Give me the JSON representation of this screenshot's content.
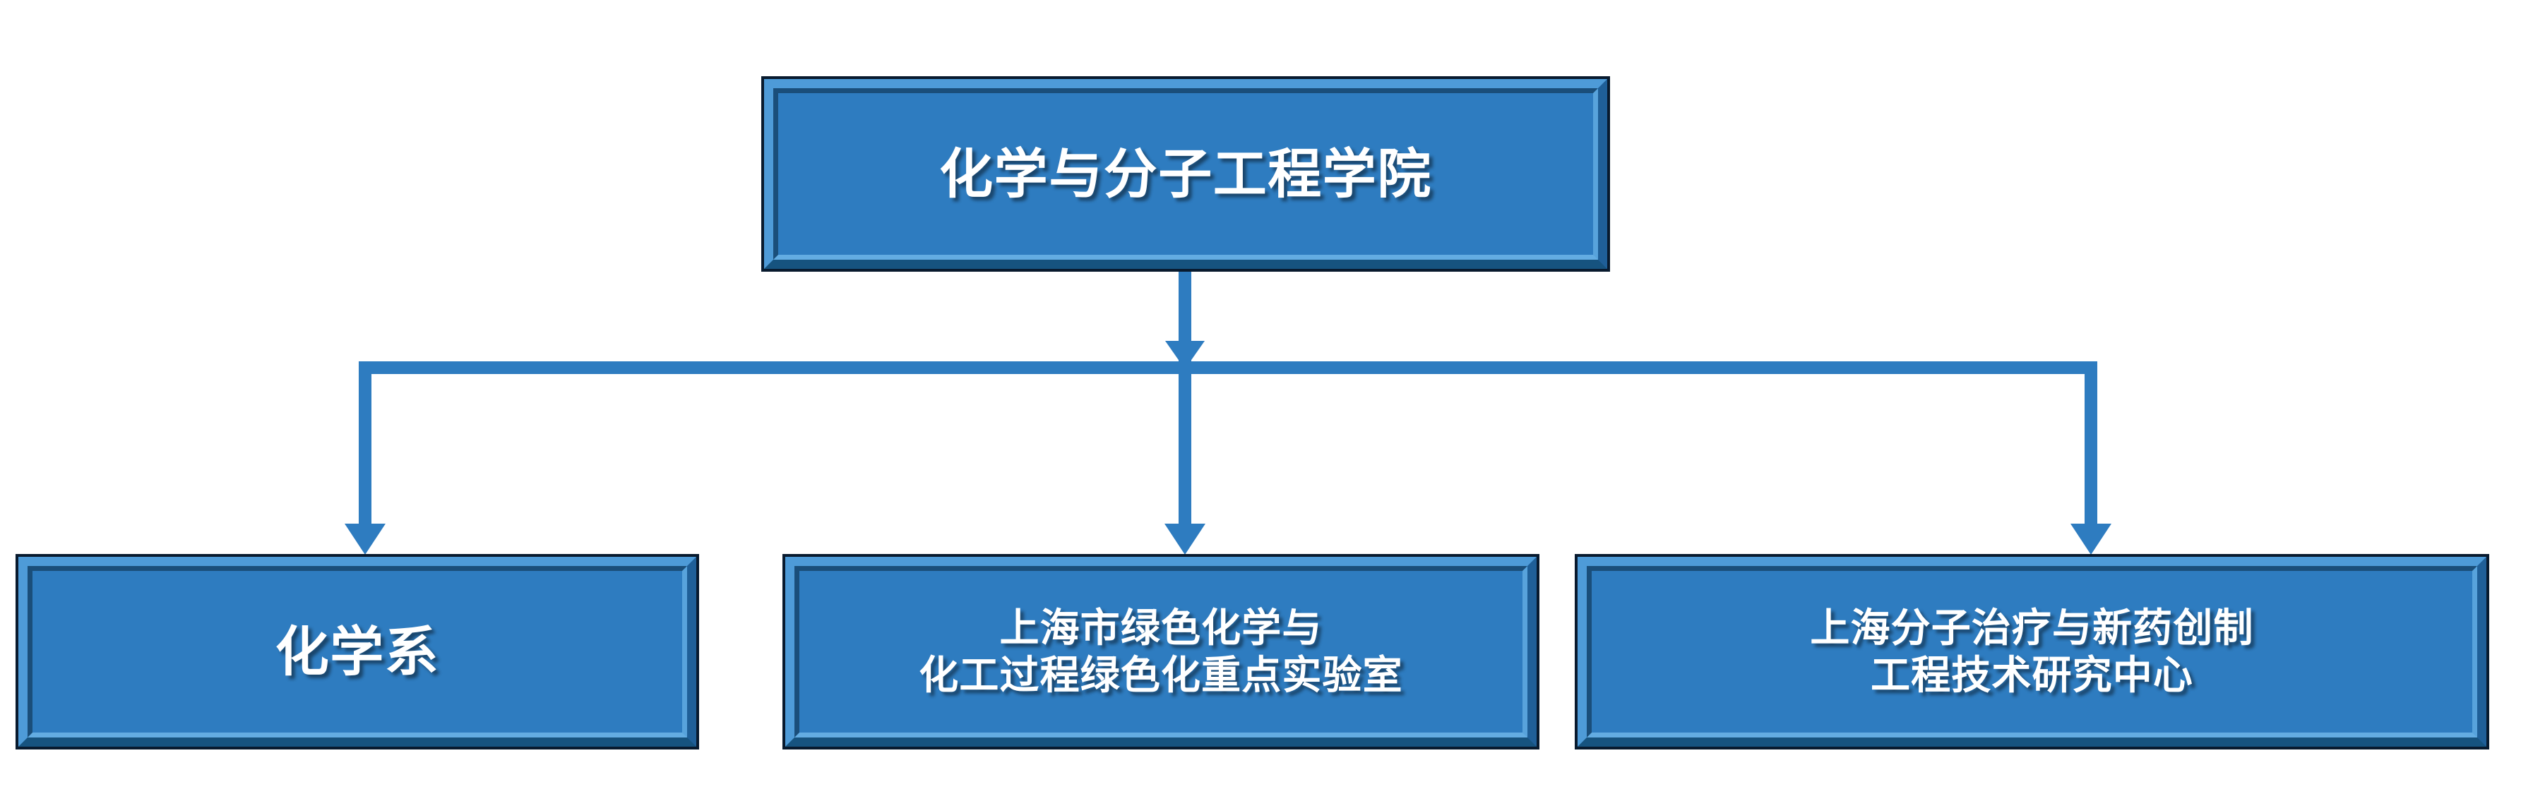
{
  "diagram": {
    "type": "organizational-chart",
    "background_color": "#FFFFFF",
    "node_fill_color": "#2E7CC0",
    "node_border_color": "#081A2E",
    "connector_color": "#2E7CC0",
    "text_color": "#FFFFFF",
    "root": {
      "id": "root",
      "label": "化学与分子工程学院"
    },
    "children": [
      {
        "id": "chemistry-department",
        "label": "化学系"
      },
      {
        "id": "green-chemistry-lab",
        "label": "上海市绿色化学与\n化工过程绿色化重点实验室",
        "line1": "上海市绿色化学与",
        "line2": "化工过程绿色化重点实验室"
      },
      {
        "id": "molecular-therapy-center",
        "label": "上海分子治疗与新药创制\n工程技术研究中心",
        "line1": "上海分子治疗与新药创制",
        "line2": "工程技术研究中心"
      }
    ],
    "connectors": [
      {
        "id": "root-to-bus",
        "from": "root",
        "to": "distribution-bar",
        "has_arrowhead": true
      },
      {
        "id": "bus-to-chemistry-department",
        "from": "distribution-bar",
        "to": "chemistry-department",
        "has_arrowhead": true
      },
      {
        "id": "bus-to-green-chemistry-lab",
        "from": "distribution-bar",
        "to": "green-chemistry-lab",
        "has_arrowhead": true
      },
      {
        "id": "bus-to-molecular-therapy-center",
        "from": "distribution-bar",
        "to": "molecular-therapy-center",
        "has_arrowhead": true
      }
    ]
  }
}
